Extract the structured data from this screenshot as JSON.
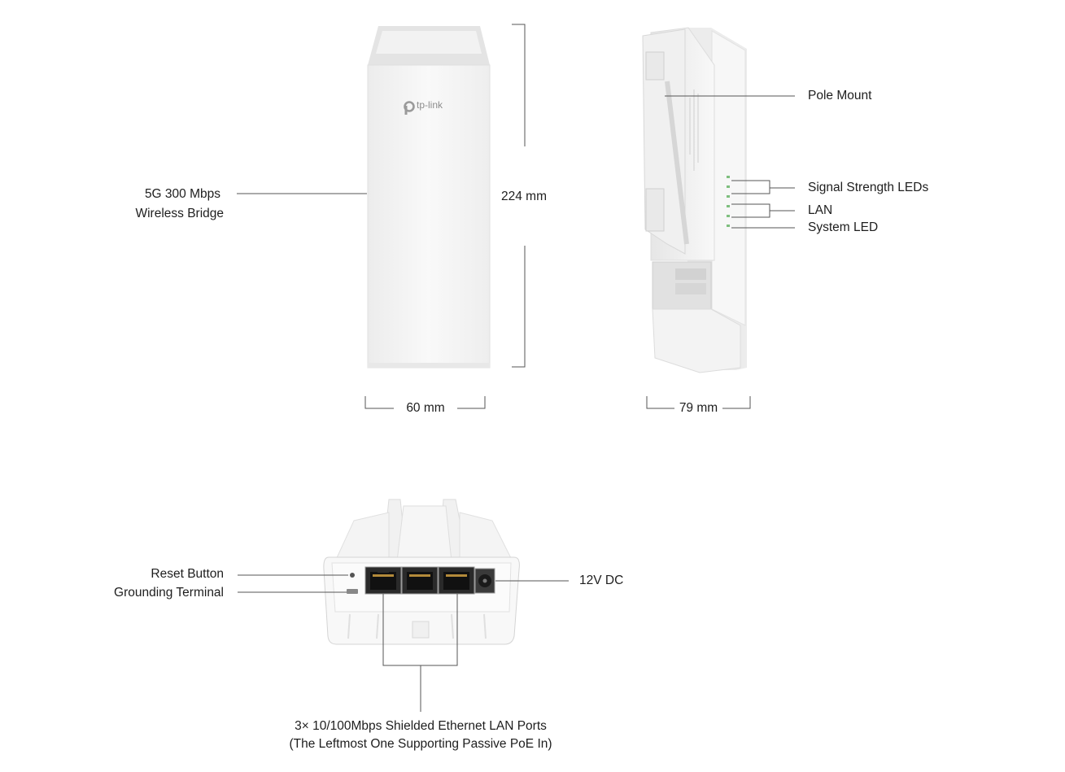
{
  "front_view": {
    "logo_text": "tp-link",
    "product_line1": "5G 300 Mbps",
    "product_line2": "Wireless Bridge",
    "height_dim": "224 mm",
    "width_dim": "60 mm"
  },
  "side_view": {
    "pole_mount": "Pole Mount",
    "signal_leds": "Signal Strength LEDs",
    "lan": "LAN",
    "system_led": "System LED",
    "depth_dim": "79 mm"
  },
  "bottom_view": {
    "reset_button": "Reset Button",
    "grounding_terminal": "Grounding Terminal",
    "power": "12V DC",
    "ports_line1": "3× 10/100Mbps Shielded Ethernet LAN Ports",
    "ports_line2": "(The Leftmost One Supporting Passive PoE In)"
  },
  "colors": {
    "device_white": "#f4f4f4",
    "device_shadow": "#e2e2e2",
    "line": "#555555",
    "led_green": "#7fbf7f"
  }
}
